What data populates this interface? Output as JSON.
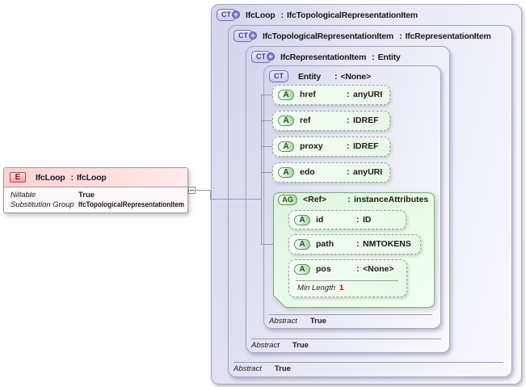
{
  "ui": {
    "colon": ":",
    "plus": "+"
  },
  "colors": {
    "type_box_lavender": "#d4d4ee",
    "attribute_green": "#e7f8e7",
    "element_pink": "#ffd2d2",
    "min_length_red": "#cc0000"
  },
  "element": {
    "badge": "E",
    "name": "IfcLoop",
    "type": "IfcLoop",
    "properties": [
      {
        "label": "Nillable",
        "value": "True"
      },
      {
        "label": "Substitution Group",
        "value": "IfcTopologicalRepresentationItem"
      }
    ]
  },
  "types": [
    {
      "badge": "CT",
      "name": "IfcLoop",
      "type": "IfcTopologicalRepresentationItem"
    },
    {
      "badge": "CT",
      "name": "IfcTopologicalRepresentationItem",
      "type": "IfcRepresentationItem",
      "abstract_label": "Abstract",
      "abstract_value": "True"
    },
    {
      "badge": "CT",
      "name": "IfcRepresentationItem",
      "type": "Entity",
      "abstract_label": "Abstract",
      "abstract_value": "True"
    },
    {
      "badge": "CT",
      "name": "Entity",
      "type": "<None>",
      "abstract_label": "Abstract",
      "abstract_value": "True"
    }
  ],
  "attributes": [
    {
      "badge": "A",
      "name": "href",
      "type": "anyURI"
    },
    {
      "badge": "A",
      "name": "ref",
      "type": "IDREF"
    },
    {
      "badge": "A",
      "name": "proxy",
      "type": "IDREF"
    },
    {
      "badge": "A",
      "name": "edo",
      "type": "anyURI"
    }
  ],
  "attribute_group": {
    "badge": "AG",
    "name": "<Ref>",
    "type": "instanceAttributes",
    "attributes": [
      {
        "badge": "A",
        "name": "id",
        "type": "ID"
      },
      {
        "badge": "A",
        "name": "path",
        "type": "NMTOKENS"
      },
      {
        "badge": "A",
        "name": "pos",
        "type": "<None>"
      }
    ],
    "facet": {
      "label": "Min Length",
      "value": "1"
    }
  }
}
